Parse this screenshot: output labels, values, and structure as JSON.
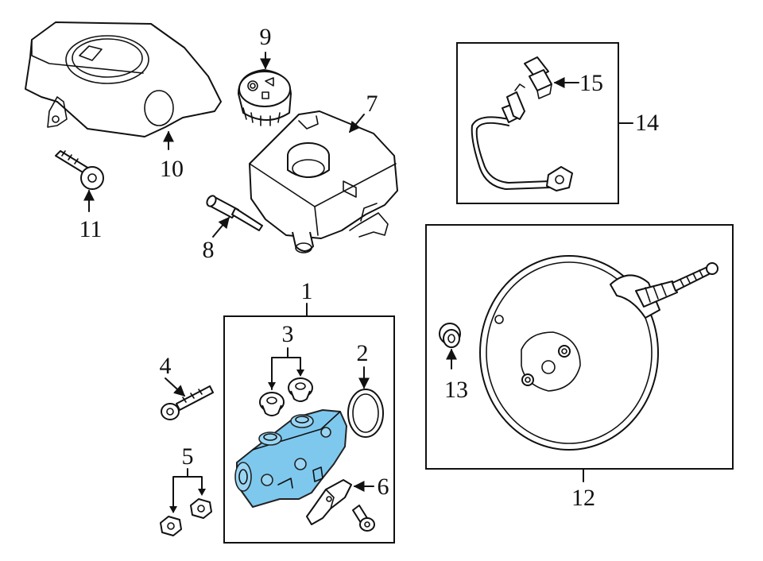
{
  "callouts": {
    "c1": "1",
    "c2": "2",
    "c3": "3",
    "c4": "4",
    "c5": "5",
    "c6": "6",
    "c7": "7",
    "c8": "8",
    "c9": "9",
    "c10": "10",
    "c11": "11",
    "c12": "12",
    "c13": "13",
    "c14": "14",
    "c15": "15"
  },
  "colors": {
    "highlight": "#7ec8ee",
    "line": "#111111",
    "background": "#ffffff"
  }
}
